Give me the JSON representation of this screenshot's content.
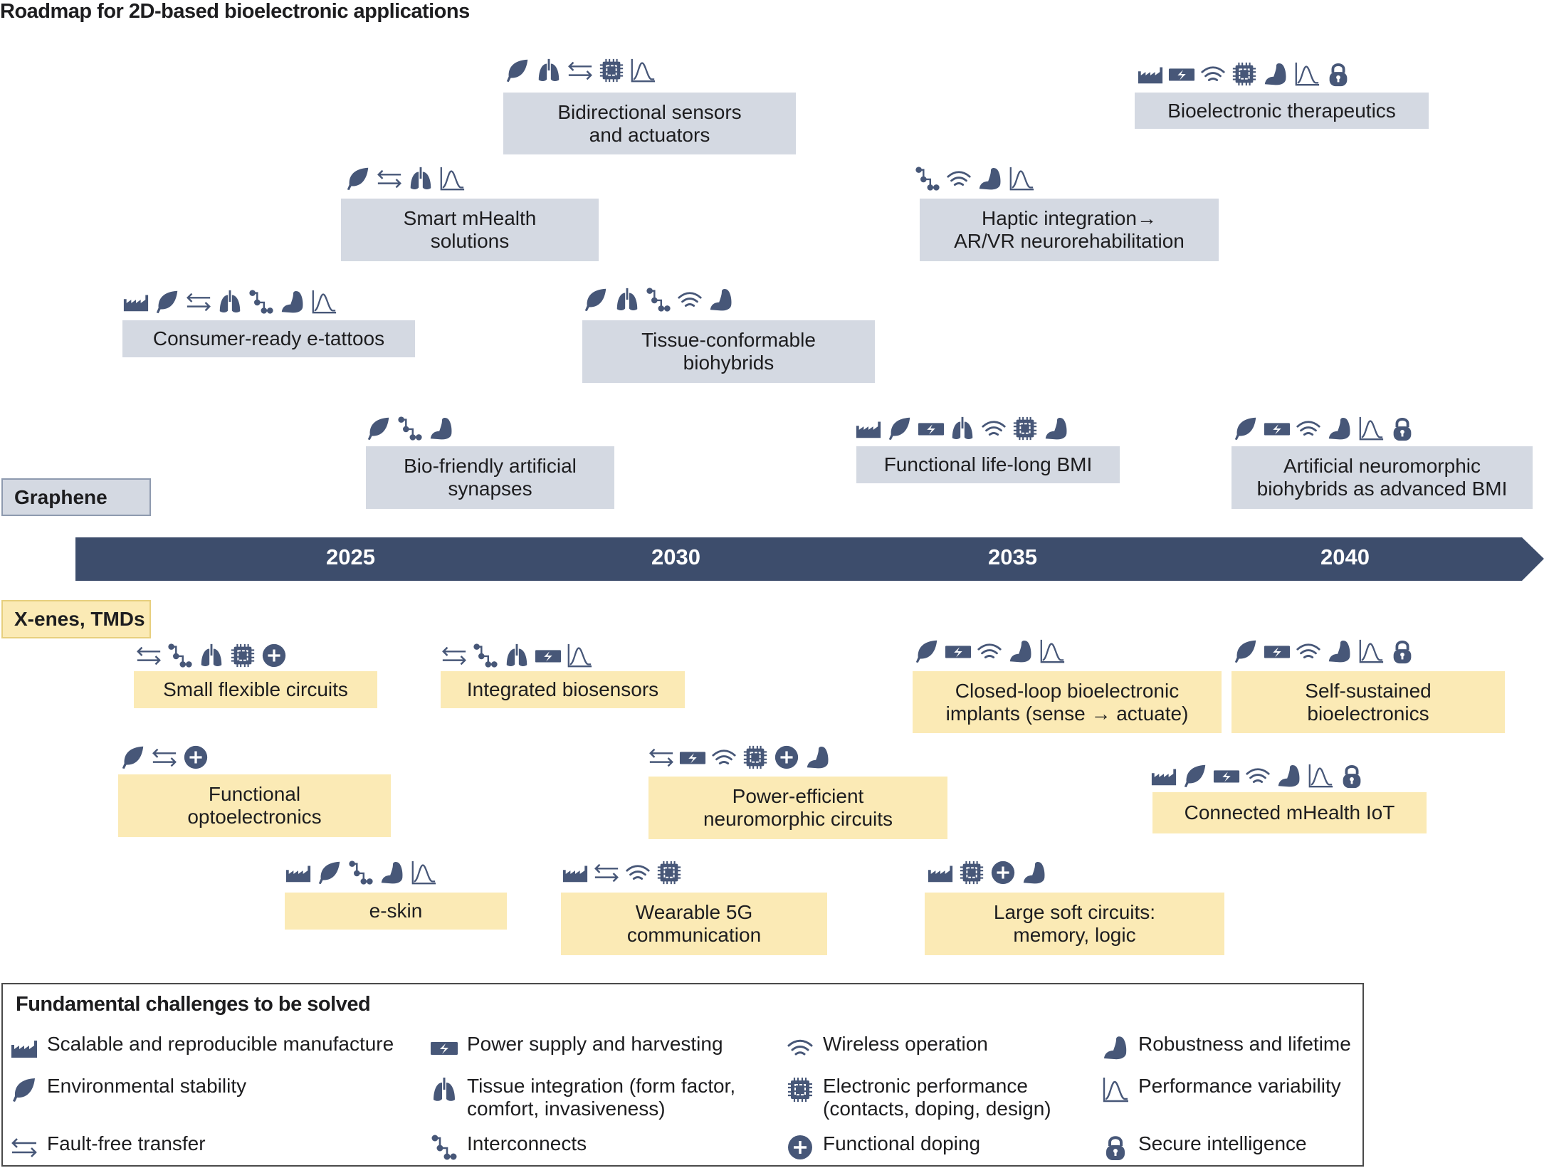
{
  "title": "Roadmap for 2D-based bioelectronic applications",
  "colors": {
    "icon": "#475778",
    "arrow": "#3d4d6c",
    "graphene_box": "#d4d9e2",
    "xenes_box": "#fbeab5"
  },
  "categories": {
    "graphene": "Graphene",
    "xenes": "X-enes, TMDs"
  },
  "timeline": {
    "years": [
      "2025",
      "2030",
      "2035",
      "2040"
    ]
  },
  "graphene_apps": [
    {
      "label": "Bidirectional sensors\nand actuators",
      "icons": [
        "leaf",
        "lung",
        "transfer",
        "chip",
        "curve"
      ]
    },
    {
      "label": "Bioelectronic therapeutics",
      "icons": [
        "factory",
        "battery",
        "wifi",
        "chip",
        "arm",
        "curve",
        "lock"
      ]
    },
    {
      "label": "Smart mHealth\nsolutions",
      "icons": [
        "leaf",
        "transfer",
        "lung",
        "curve"
      ]
    },
    {
      "label": "Haptic integration→\nAR/VR neurorehabilitation",
      "icons": [
        "interconnect",
        "wifi",
        "arm",
        "curve"
      ]
    },
    {
      "label": "Consumer-ready e-tattoos",
      "icons": [
        "factory",
        "leaf",
        "transfer",
        "lung",
        "interconnect",
        "arm",
        "curve"
      ]
    },
    {
      "label": "Tissue-conformable\nbiohybrids",
      "icons": [
        "leaf",
        "lung",
        "interconnect",
        "wifi",
        "arm"
      ]
    },
    {
      "label": "Bio-friendly artificial\nsynapses",
      "icons": [
        "leaf",
        "interconnect",
        "arm"
      ]
    },
    {
      "label": "Functional life-long BMI",
      "icons": [
        "factory",
        "leaf",
        "battery",
        "lung",
        "wifi",
        "chip",
        "arm"
      ]
    },
    {
      "label": "Artificial neuromorphic\nbiohybrids as advanced BMI",
      "icons": [
        "leaf",
        "battery",
        "wifi",
        "arm",
        "curve",
        "lock"
      ]
    }
  ],
  "xenes_apps": [
    {
      "label": "Small flexible circuits",
      "icons": [
        "transfer",
        "interconnect",
        "lung",
        "chip",
        "plus"
      ]
    },
    {
      "label": "Integrated biosensors",
      "icons": [
        "transfer",
        "interconnect",
        "lung",
        "battery",
        "curve"
      ]
    },
    {
      "label": "Closed-loop bioelectronic\nimplants (sense → actuate)",
      "icons": [
        "leaf",
        "battery",
        "wifi",
        "arm",
        "curve"
      ]
    },
    {
      "label": "Self-sustained\nbioelectronics",
      "icons": [
        "leaf",
        "battery",
        "wifi",
        "arm",
        "curve",
        "lock"
      ]
    },
    {
      "label": "Functional\noptoelectronics",
      "icons": [
        "leaf",
        "transfer",
        "plus"
      ]
    },
    {
      "label": "Power-efficient\nneuromorphic circuits",
      "icons": [
        "transfer",
        "battery",
        "wifi",
        "chip",
        "plus",
        "arm"
      ]
    },
    {
      "label": "Connected mHealth IoT",
      "icons": [
        "factory",
        "leaf",
        "battery",
        "wifi",
        "arm",
        "curve",
        "lock"
      ]
    },
    {
      "label": "e-skin",
      "icons": [
        "factory",
        "leaf",
        "interconnect",
        "arm",
        "curve"
      ]
    },
    {
      "label": "Wearable 5G\ncommunication",
      "icons": [
        "factory",
        "transfer",
        "wifi",
        "chip"
      ]
    },
    {
      "label": "Large soft circuits:\nmemory, logic",
      "icons": [
        "factory",
        "chip",
        "plus",
        "arm"
      ]
    }
  ],
  "legend": {
    "title": "Fundamental challenges to be solved",
    "items": [
      {
        "icon": "factory",
        "label": "Scalable and reproducible manufacture"
      },
      {
        "icon": "battery",
        "label": "Power supply and harvesting"
      },
      {
        "icon": "wifi",
        "label": "Wireless operation"
      },
      {
        "icon": "arm",
        "label": "Robustness and lifetime"
      },
      {
        "icon": "leaf",
        "label": "Environmental stability"
      },
      {
        "icon": "lung",
        "label": "Tissue integration (form factor,\ncomfort, invasiveness)"
      },
      {
        "icon": "chip",
        "label": "Electronic performance\n(contacts, doping, design)"
      },
      {
        "icon": "curve",
        "label": "Performance variability"
      },
      {
        "icon": "transfer",
        "label": "Fault-free transfer"
      },
      {
        "icon": "interconnect",
        "label": "Interconnects"
      },
      {
        "icon": "plus",
        "label": "Functional doping"
      },
      {
        "icon": "lock",
        "label": "Secure intelligence"
      }
    ]
  }
}
